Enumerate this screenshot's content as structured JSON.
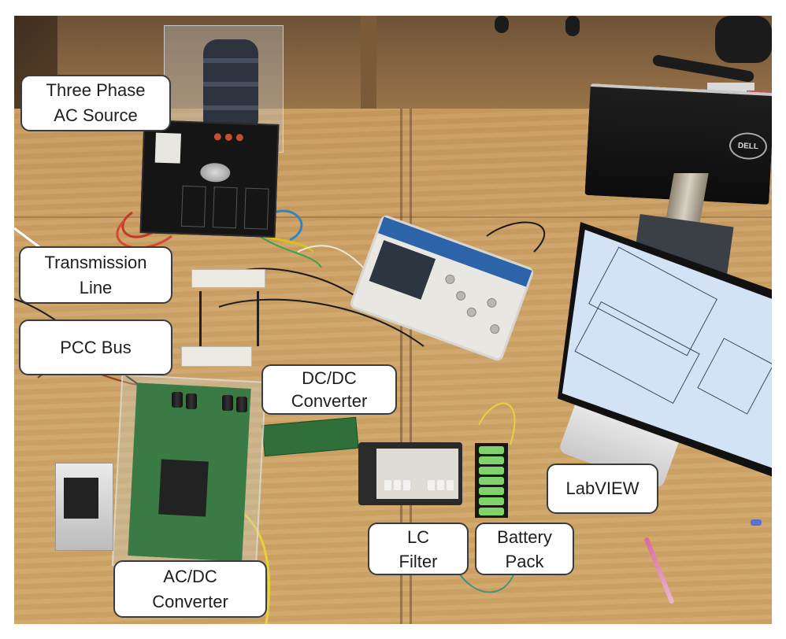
{
  "image": {
    "description": "Annotated photograph of a laboratory microgrid test bench on wooden desks",
    "colors": {
      "label_background": "#ffffff",
      "label_border": "#3b3b3b",
      "label_text": "#1e1e1e",
      "desk": "#cfa468",
      "floor": "#8a6843"
    }
  },
  "labels": [
    {
      "id": "three-phase-ac-source",
      "lines": [
        "Three Phase",
        "AC Source"
      ]
    },
    {
      "id": "transmission-line",
      "lines": [
        "Transmission",
        "Line"
      ]
    },
    {
      "id": "pcc-bus",
      "lines": [
        "PCC Bus"
      ]
    },
    {
      "id": "dc-dc-converter",
      "lines": [
        "DC/DC",
        "Converter"
      ]
    },
    {
      "id": "lc-filter",
      "lines": [
        "LC",
        "Filter"
      ]
    },
    {
      "id": "battery-pack",
      "lines": [
        "Battery",
        "Pack"
      ]
    },
    {
      "id": "labview",
      "lines": [
        "LabVIEW"
      ]
    },
    {
      "id": "ac-dc-converter",
      "lines": [
        "AC/DC",
        "Converter"
      ]
    }
  ],
  "objects": {
    "back_monitor_brand": "DELL"
  }
}
